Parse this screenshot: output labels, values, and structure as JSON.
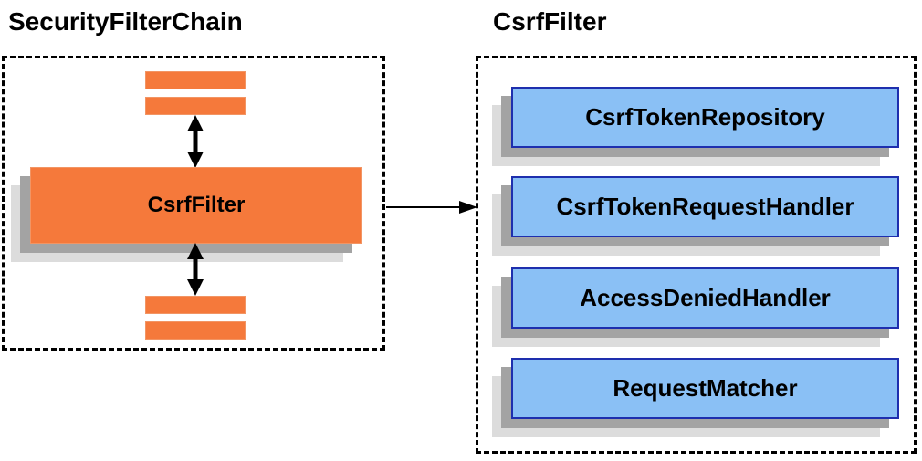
{
  "left_panel": {
    "title": "SecurityFilterChain",
    "filter_box_label": "CsrfFilter"
  },
  "right_panel": {
    "title": "CsrfFilter",
    "components": [
      "CsrfTokenRepository",
      "CsrfTokenRequestHandler",
      "AccessDeniedHandler",
      "RequestMatcher"
    ]
  },
  "colors": {
    "orange_fill": "#f5793b",
    "blue_fill": "#8ac0f5",
    "blue_border": "#1e2fae",
    "shadow_dark": "#a3a3a3",
    "shadow_light": "#dcdcdc",
    "line_black": "#000000"
  }
}
